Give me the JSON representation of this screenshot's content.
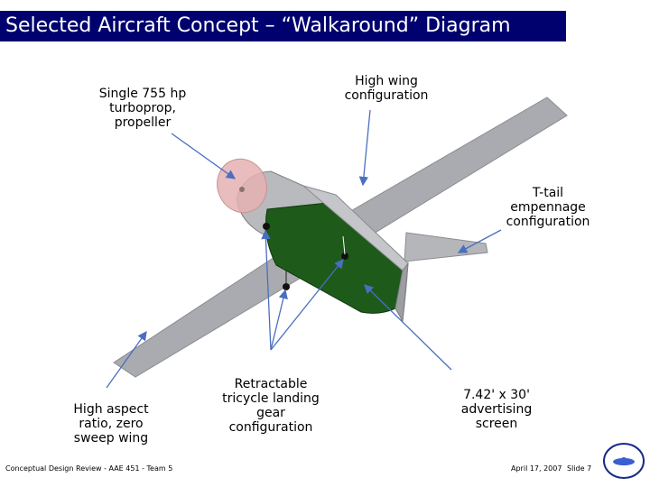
{
  "title": "Selected Aircraft Concept – “Walkaround” Diagram",
  "labels": {
    "engine": [
      "Single 755 hp",
      "turboprop,",
      "propeller"
    ],
    "high_wing": [
      "High wing",
      "configuration"
    ],
    "t_tail": [
      "T-tail",
      "empennage",
      "configuration"
    ],
    "aspect_ratio": [
      "High aspect",
      "ratio, zero",
      "sweep wing"
    ],
    "landing_gear": [
      "Retractable",
      "tricycle landing",
      "gear",
      "configuration"
    ],
    "screen": [
      "7.42' x 30'",
      "advertising",
      "screen"
    ]
  },
  "footer": {
    "left": "Conceptual Design Review - AAE 451 - Team 5",
    "date": "April 17, 2007",
    "slide": "Slide 7"
  },
  "colors": {
    "title_bg": "#00006e",
    "fuselage_green": "#1e5a1a",
    "wing_gray": "#a9abb0",
    "arrow_blue": "#4a6fc0",
    "propeller_pink": "#e5b2b2"
  },
  "logo_icon": "team-logo-icon"
}
